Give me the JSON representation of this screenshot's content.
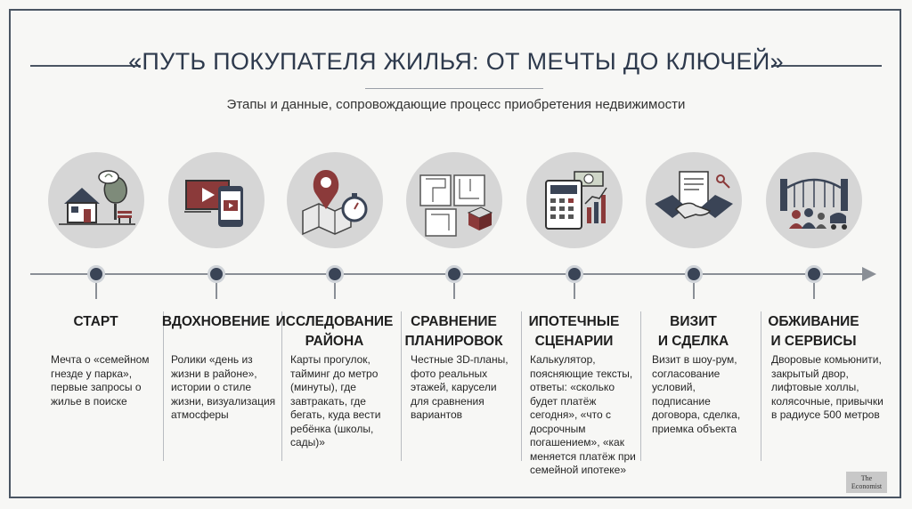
{
  "title": "«ПУТЬ ПОКУПАТЕЛЯ ЖИЛЬЯ: ОТ МЕЧТЫ ДО КЛЮЧЕЙ»",
  "subtitle": "Этапы и данные, сопровождающие процесс приобретения недвижимости",
  "logo": {
    "line1": "The",
    "line2": "Economist"
  },
  "colors": {
    "frame": "#4a5563",
    "node": "#3a4456",
    "circle": "#d6d6d6",
    "accent": "#8b3a3a"
  },
  "steps": [
    {
      "icon": "house-with-tree-icon",
      "title": "СТАРТ",
      "desc": "Мечта о «семейном гнезде у парка», первые запросы о жилье в поиске"
    },
    {
      "icon": "video-and-phone-icon",
      "title": "ВДОХНОВЕНИЕ",
      "desc": "Ролики «день из жизни в районе», истории о стиле жизни, визуализация атмосферы"
    },
    {
      "icon": "map-pin-stopwatch-icon",
      "title": "ИССЛЕДОВАНИЕ\nРАЙОНА",
      "desc": "Карты прогулок, тайминг до метро (минуты), где завтракать, где бегать, куда вести ребёнка (школы, сады)»"
    },
    {
      "icon": "floor-plans-icon",
      "title": "СРАВНЕНИЕ\nПЛАНИРОВОК",
      "desc": "Честные 3D-планы, фото реальных этажей, карусели для сравнения вариантов"
    },
    {
      "icon": "calculator-chart-icon",
      "title": "ИПОТЕЧНЫЕ\nСЦЕНАРИИ",
      "desc": "Калькулятор, поясняющие тексты, ответы: «сколько будет платёж сегодня», «что с досрочным погашением», «как меняется платёж при семейной ипотеке»"
    },
    {
      "icon": "handshake-contract-icon",
      "title": "ВИЗИТ\nИ СДЕЛКА",
      "desc": "Визит в шоу-рум, согласование условий, подписание договора, сделка, приемка объекта"
    },
    {
      "icon": "community-gate-icon",
      "title": "ОБЖИВАНИЕ\nИ СЕРВИСЫ",
      "desc": "Дворовые комьюнити, закрытый двор, лифтовые холлы, колясочные, привычки в радиусе 500 метров"
    }
  ]
}
